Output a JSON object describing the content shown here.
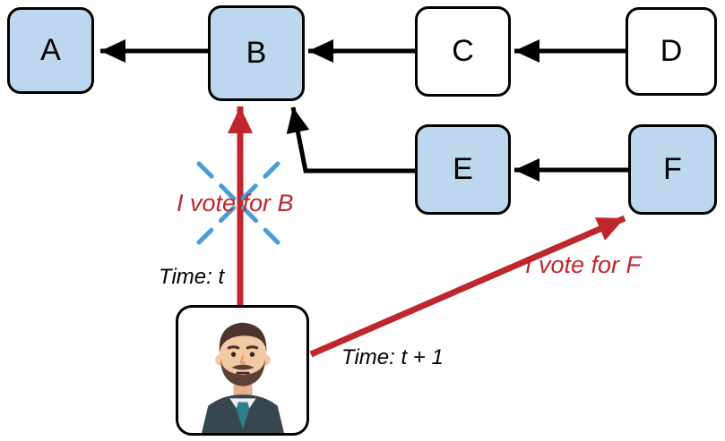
{
  "diagram": {
    "title_hint": "block-vote-diagram",
    "nodes": [
      {
        "id": "A",
        "label": "A",
        "highlighted": true
      },
      {
        "id": "B",
        "label": "B",
        "highlighted": true
      },
      {
        "id": "C",
        "label": "C",
        "highlighted": false
      },
      {
        "id": "D",
        "label": "D",
        "highlighted": false
      },
      {
        "id": "E",
        "label": "E",
        "highlighted": true
      },
      {
        "id": "F",
        "label": "F",
        "highlighted": true
      }
    ],
    "edges": [
      {
        "from": "B",
        "to": "A"
      },
      {
        "from": "C",
        "to": "B"
      },
      {
        "from": "D",
        "to": "C"
      },
      {
        "from": "E",
        "to": "B"
      },
      {
        "from": "F",
        "to": "E"
      }
    ],
    "votes": [
      {
        "target": "B",
        "label": "I vote for B",
        "time_label": "Time: t",
        "status": "cancelled"
      },
      {
        "target": "F",
        "label": "I vote for F",
        "time_label": "Time: t + 1",
        "status": "active"
      }
    ],
    "colors": {
      "node_fill_highlight": "#BDD7EE",
      "node_fill_plain": "#FFFFFF",
      "node_border": "#000000",
      "edge_black": "#000000",
      "vote_arrow_red": "#C0272D",
      "cancel_mark_blue": "#4A9CD6"
    }
  }
}
